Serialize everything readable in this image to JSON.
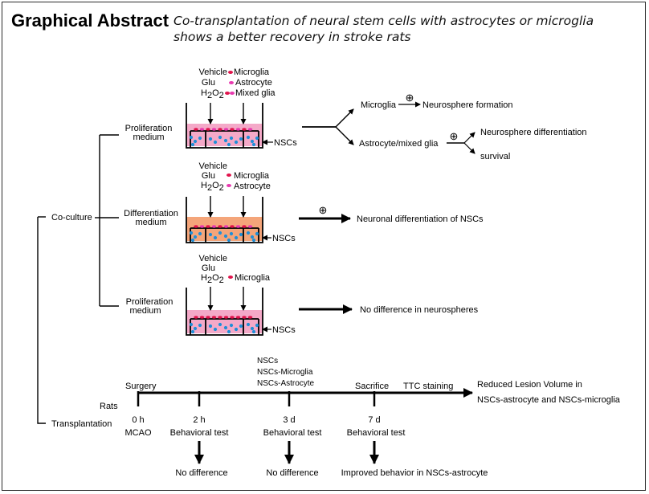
{
  "header": {
    "title": "Graphical Abstract",
    "subtitle_line1": "Co-transplantation of neural stem cells with astrocytes or microglia",
    "subtitle_line2": "shows a better recovery in stroke rats"
  },
  "colors": {
    "proliferation_medium": "#f4a9c8",
    "differentiation_medium": "#f4a57a",
    "glia_dots": "#e0144c",
    "astrocyte_dots": "#e83ab0",
    "nsc_dots": "#1f8fd8",
    "line": "#000000"
  },
  "tree": {
    "co_culture": "Co-culture",
    "transplantation": "Transplantation"
  },
  "panel1": {
    "treat_vehicle": "Vehicle",
    "treat_glu": "Glu",
    "treat_h2o2_base": "H",
    "treat_h2o2_sub1": "2",
    "treat_h2o2_mid": "O",
    "treat_h2o2_sub2": "2",
    "glia_microglia": "Microglia",
    "glia_astrocyte": "Astrocyte",
    "glia_mixed": "Mixed glia",
    "medium_line1": "Proliferation",
    "medium_line2": "medium",
    "nscs": "NSCs",
    "out_microglia": "Microglia",
    "out_plus": "⊕",
    "out_neurosphere_formation": "Neurosphere formation",
    "out_astro_mixed": "Astrocyte/mixed glia",
    "out_plus2": "⊕",
    "out_differentiation": "Neurosphere differentiation",
    "out_survival": "survival"
  },
  "panel2": {
    "treat_vehicle": "Vehicle",
    "treat_glu": "Glu",
    "treat_h2o2_base": "H",
    "treat_h2o2_sub1": "2",
    "treat_h2o2_mid": "O",
    "treat_h2o2_sub2": "2",
    "glia_microglia": "Microglia",
    "glia_astrocyte": "Astrocyte",
    "medium_line1": "Differentiation",
    "medium_line2": "medium",
    "nscs": "NSCs",
    "out_plus": "⊕",
    "outcome": "Neuronal differentiation of NSCs"
  },
  "panel3": {
    "treat_vehicle": "Vehicle",
    "treat_glu": "Glu",
    "treat_h2o2_base": "H",
    "treat_h2o2_sub1": "2",
    "treat_h2o2_mid": "O",
    "treat_h2o2_sub2": "2",
    "glia_microglia": "Microglia",
    "medium_line1": "Proliferation",
    "medium_line2": "medium",
    "nscs": "NSCs",
    "outcome": "No difference in neurospheres"
  },
  "timeline": {
    "rats": "Rats",
    "surgery": "Surgery",
    "groups": [
      "NSCs",
      "NSCs-Microglia",
      "NSCs-Astrocyte"
    ],
    "sacrifice": "Sacrifice",
    "ttc": "TTC staining",
    "result_line1": "Reduced Lesion Volume in",
    "result_line2": "NSCs-astrocyte and NSCs-microglia",
    "t0": "0 h",
    "t0_event": "MCAO",
    "t1": "2 h",
    "t1_event": "Behavioral test",
    "t1_result": "No difference",
    "t2": "3 d",
    "t2_event": "Behavioral test",
    "t2_result": "No difference",
    "t3": "7 d",
    "t3_event": "Behavioral test",
    "t3_result": "Improved behavior in NSCs-astrocyte"
  }
}
